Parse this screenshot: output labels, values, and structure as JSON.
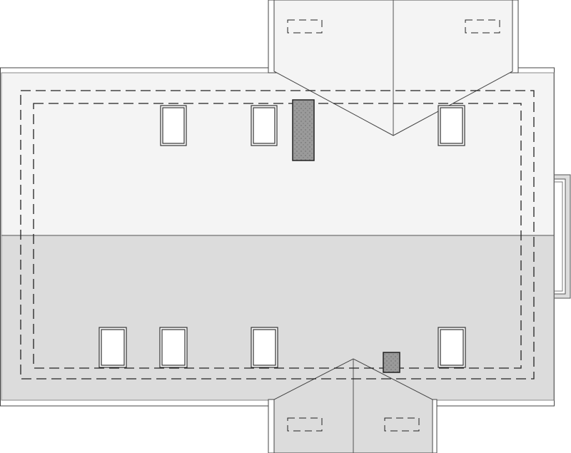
{
  "drawing": {
    "type": "roof-plan",
    "colors": {
      "roof_light": "#f4f4f4",
      "roof_dark": "#dcdcdc",
      "outline": "#333333",
      "chimney": "#9a9a9a"
    },
    "elements": [
      "main-roof",
      "top-gable-wing",
      "bottom-gable-wing",
      "bay-window",
      "skylights",
      "chimneys",
      "eave-outlines"
    ]
  }
}
